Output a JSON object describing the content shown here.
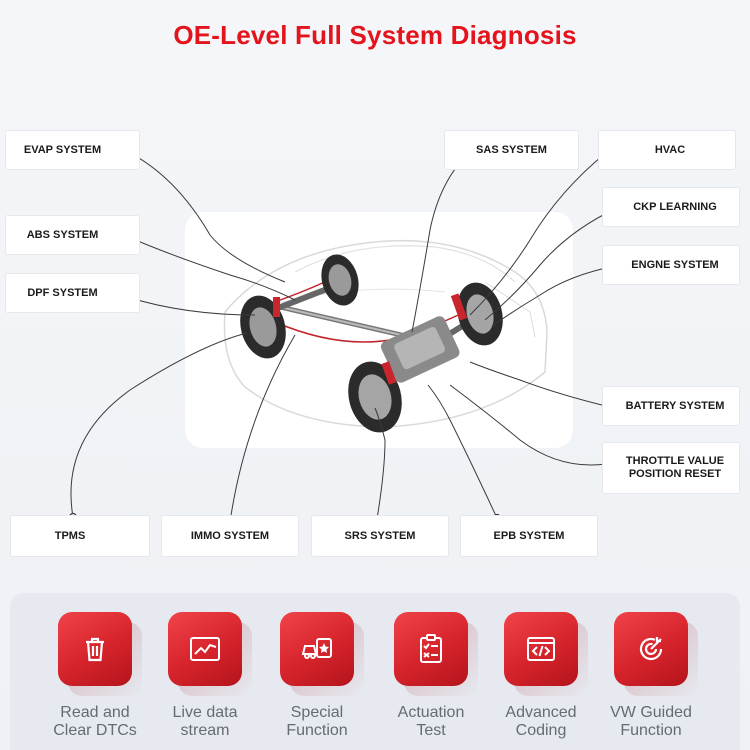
{
  "title": "OE-Level Full System Diagnosis",
  "callouts": {
    "evap": "EVAP SYSTEM",
    "abs": "ABS SYSTEM",
    "dpf": "DPF SYSTEM",
    "sas": "SAS SYSTEM",
    "hvac": "HVAC",
    "ckp": "CKP LEARNING",
    "engine": "ENGNE SYSTEM",
    "battery": "BATTERY SYSTEM",
    "throttle_line1": "THROTTLE VALUE",
    "throttle_line2": "POSITION RESET",
    "tpms": "TPMS",
    "immo": "IMMO SYSTEM",
    "srs": "SRS SYSTEM",
    "epb": "EPB SYSTEM"
  },
  "features": [
    {
      "line1": "Read and",
      "line2": "Clear DTCs",
      "icon": "trash-icon"
    },
    {
      "line1": "Live data",
      "line2": "stream",
      "icon": "line-graph-icon"
    },
    {
      "line1": "Special",
      "line2": "Function",
      "icon": "car-star-icon"
    },
    {
      "line1": "Actuation",
      "line2": "Test",
      "icon": "checklist-icon"
    },
    {
      "line1": "Advanced",
      "line2": "Coding",
      "icon": "code-icon"
    },
    {
      "line1": "VW Guided",
      "line2": "Function",
      "icon": "target-icon"
    }
  ],
  "colors": {
    "accent": "#e3141b",
    "icon_tile": "#d6232b",
    "label_text": "#666b73"
  }
}
